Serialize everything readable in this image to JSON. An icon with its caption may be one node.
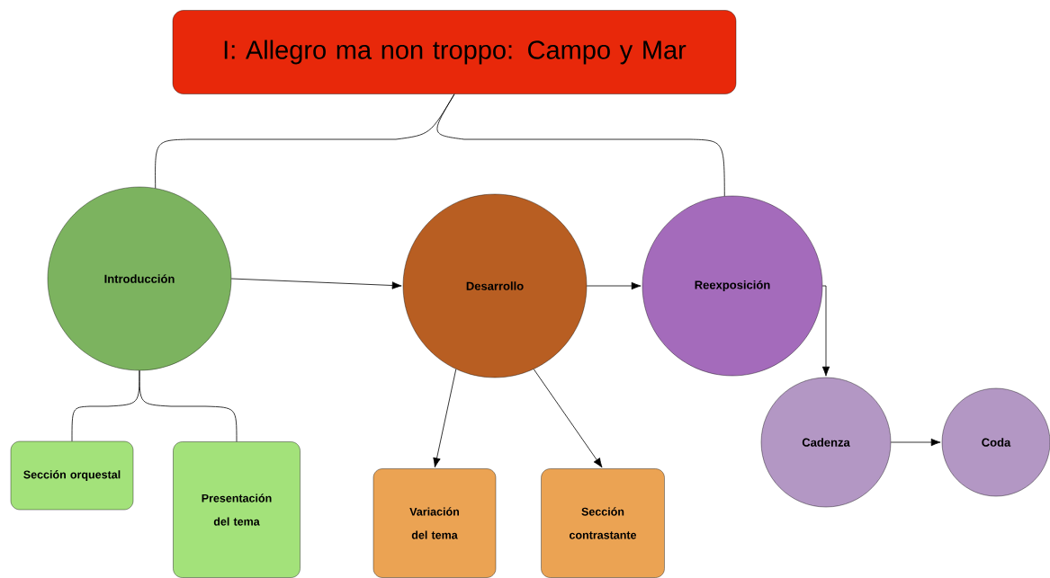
{
  "diagram": {
    "nodes": [
      {
        "text": [
          "I: Allegro ma non troppo: Campo y Mar"
        ]
      },
      {
        "text": [
          "Introducción"
        ]
      },
      {
        "text": [
          "Desarrollo"
        ]
      },
      {
        "text": [
          "Reexposición"
        ]
      },
      {
        "text": [
          "Cadenza"
        ]
      },
      {
        "text": [
          "Coda"
        ]
      },
      {
        "text": [
          "Sección orquestal"
        ]
      },
      {
        "text": [
          "Presentación del tema"
        ]
      },
      {
        "text": [
          "Variación del tema"
        ]
      },
      {
        "text": [
          "Sección contrastante"
        ]
      }
    ],
    "edges": [
      {
        "from": 0,
        "to": 1,
        "arrow": "none"
      },
      {
        "from": 0,
        "to": 3,
        "arrow": "none"
      },
      {
        "from": 1,
        "to": 2,
        "arrow": "to"
      },
      {
        "from": 2,
        "to": 3,
        "arrow": "to"
      },
      {
        "from": 3,
        "to": 4,
        "arrow": "to"
      },
      {
        "from": 4,
        "to": 5,
        "arrow": "to"
      },
      {
        "from": 1,
        "to": 6,
        "arrow": "none"
      },
      {
        "from": 1,
        "to": 7,
        "arrow": "none"
      },
      {
        "from": 2,
        "to": 8,
        "arrow": "to"
      },
      {
        "from": 2,
        "to": 9,
        "arrow": "to"
      }
    ]
  }
}
